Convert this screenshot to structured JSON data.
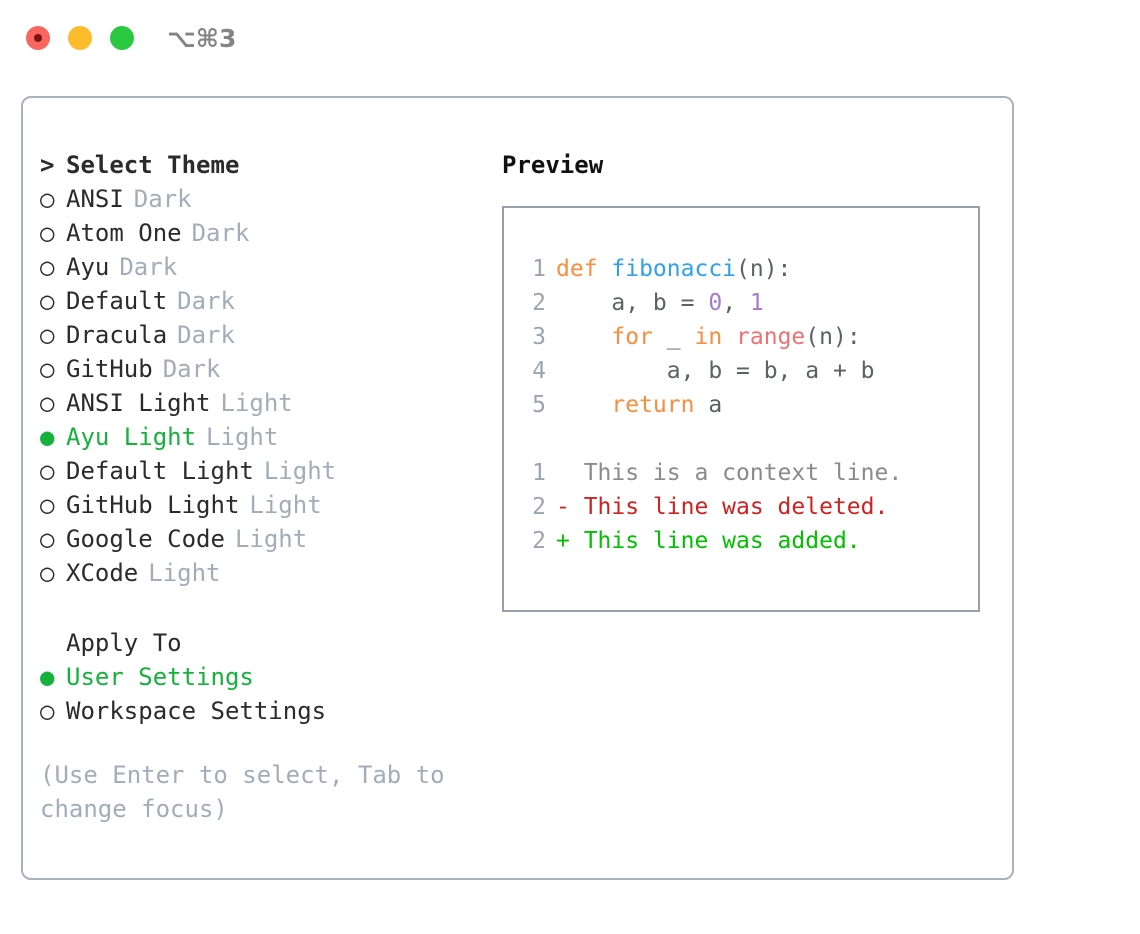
{
  "window": {
    "shortcut": "⌥⌘3",
    "traffic_lights": [
      {
        "name": "close",
        "color": "#f9655f"
      },
      {
        "name": "minimize",
        "color": "#fdbc2c"
      },
      {
        "name": "maximize",
        "color": "#28c840"
      }
    ]
  },
  "theme_list": {
    "header_prefix": "> ",
    "header": "Select Theme",
    "selected_bullet": "●",
    "unselected_bullet": "○",
    "items": [
      {
        "label": "ANSI",
        "tag": "Dark",
        "selected": false
      },
      {
        "label": "Atom One",
        "tag": "Dark",
        "selected": false
      },
      {
        "label": "Ayu",
        "tag": "Dark",
        "selected": false
      },
      {
        "label": "Default",
        "tag": "Dark",
        "selected": false
      },
      {
        "label": "Dracula",
        "tag": "Dark",
        "selected": false
      },
      {
        "label": "GitHub",
        "tag": "Dark",
        "selected": false
      },
      {
        "label": "ANSI Light",
        "tag": "Light",
        "selected": false
      },
      {
        "label": "Ayu Light",
        "tag": "Light",
        "selected": true
      },
      {
        "label": "Default Light",
        "tag": "Light",
        "selected": false
      },
      {
        "label": "GitHub Light",
        "tag": "Light",
        "selected": false
      },
      {
        "label": "Google Code",
        "tag": "Light",
        "selected": false
      },
      {
        "label": "XCode",
        "tag": "Light",
        "selected": false
      }
    ]
  },
  "apply_to": {
    "header": "Apply To",
    "items": [
      {
        "label": "User Settings",
        "selected": true
      },
      {
        "label": "Workspace Settings",
        "selected": false
      }
    ]
  },
  "hint": "(Use Enter to select, Tab to change focus)",
  "preview": {
    "title": "Preview",
    "code_lines": [
      {
        "number": "1",
        "tokens": [
          {
            "text": "def ",
            "type": "kw"
          },
          {
            "text": "fibonacci",
            "type": "fn"
          },
          {
            "text": "(n):",
            "type": "punc"
          }
        ]
      },
      {
        "number": "2",
        "tokens": [
          {
            "text": "    a, b = ",
            "type": "txt"
          },
          {
            "text": "0",
            "type": "num"
          },
          {
            "text": ", ",
            "type": "txt"
          },
          {
            "text": "1",
            "type": "num"
          }
        ]
      },
      {
        "number": "3",
        "tokens": [
          {
            "text": "    ",
            "type": "txt"
          },
          {
            "text": "for",
            "type": "kw"
          },
          {
            "text": " _ ",
            "type": "txt"
          },
          {
            "text": "in",
            "type": "kw"
          },
          {
            "text": " ",
            "type": "txt"
          },
          {
            "text": "range",
            "type": "bi"
          },
          {
            "text": "(n):",
            "type": "punc"
          }
        ]
      },
      {
        "number": "4",
        "tokens": [
          {
            "text": "        a, b = b, a + b",
            "type": "txt"
          }
        ]
      },
      {
        "number": "5",
        "tokens": [
          {
            "text": "    ",
            "type": "txt"
          },
          {
            "text": "return",
            "type": "kw"
          },
          {
            "text": " a",
            "type": "txt"
          }
        ]
      }
    ],
    "diff_lines": [
      {
        "number": "1",
        "marker": "  ",
        "text": "This is a context line.",
        "type": "ctx"
      },
      {
        "number": "2",
        "marker": "- ",
        "text": "This line was deleted.",
        "type": "del"
      },
      {
        "number": "2",
        "marker": "+ ",
        "text": "This line was added.",
        "type": "add"
      }
    ]
  },
  "colors": {
    "accent_green": "#16b13c",
    "muted": "#a3acb9",
    "keyword": "#fa8d3e",
    "function": "#2fa1e8",
    "number": "#a37acc",
    "builtin": "#f07171",
    "diff_deleted": "#cc2222",
    "diff_added": "#00c000",
    "border": "#aab2bf"
  }
}
